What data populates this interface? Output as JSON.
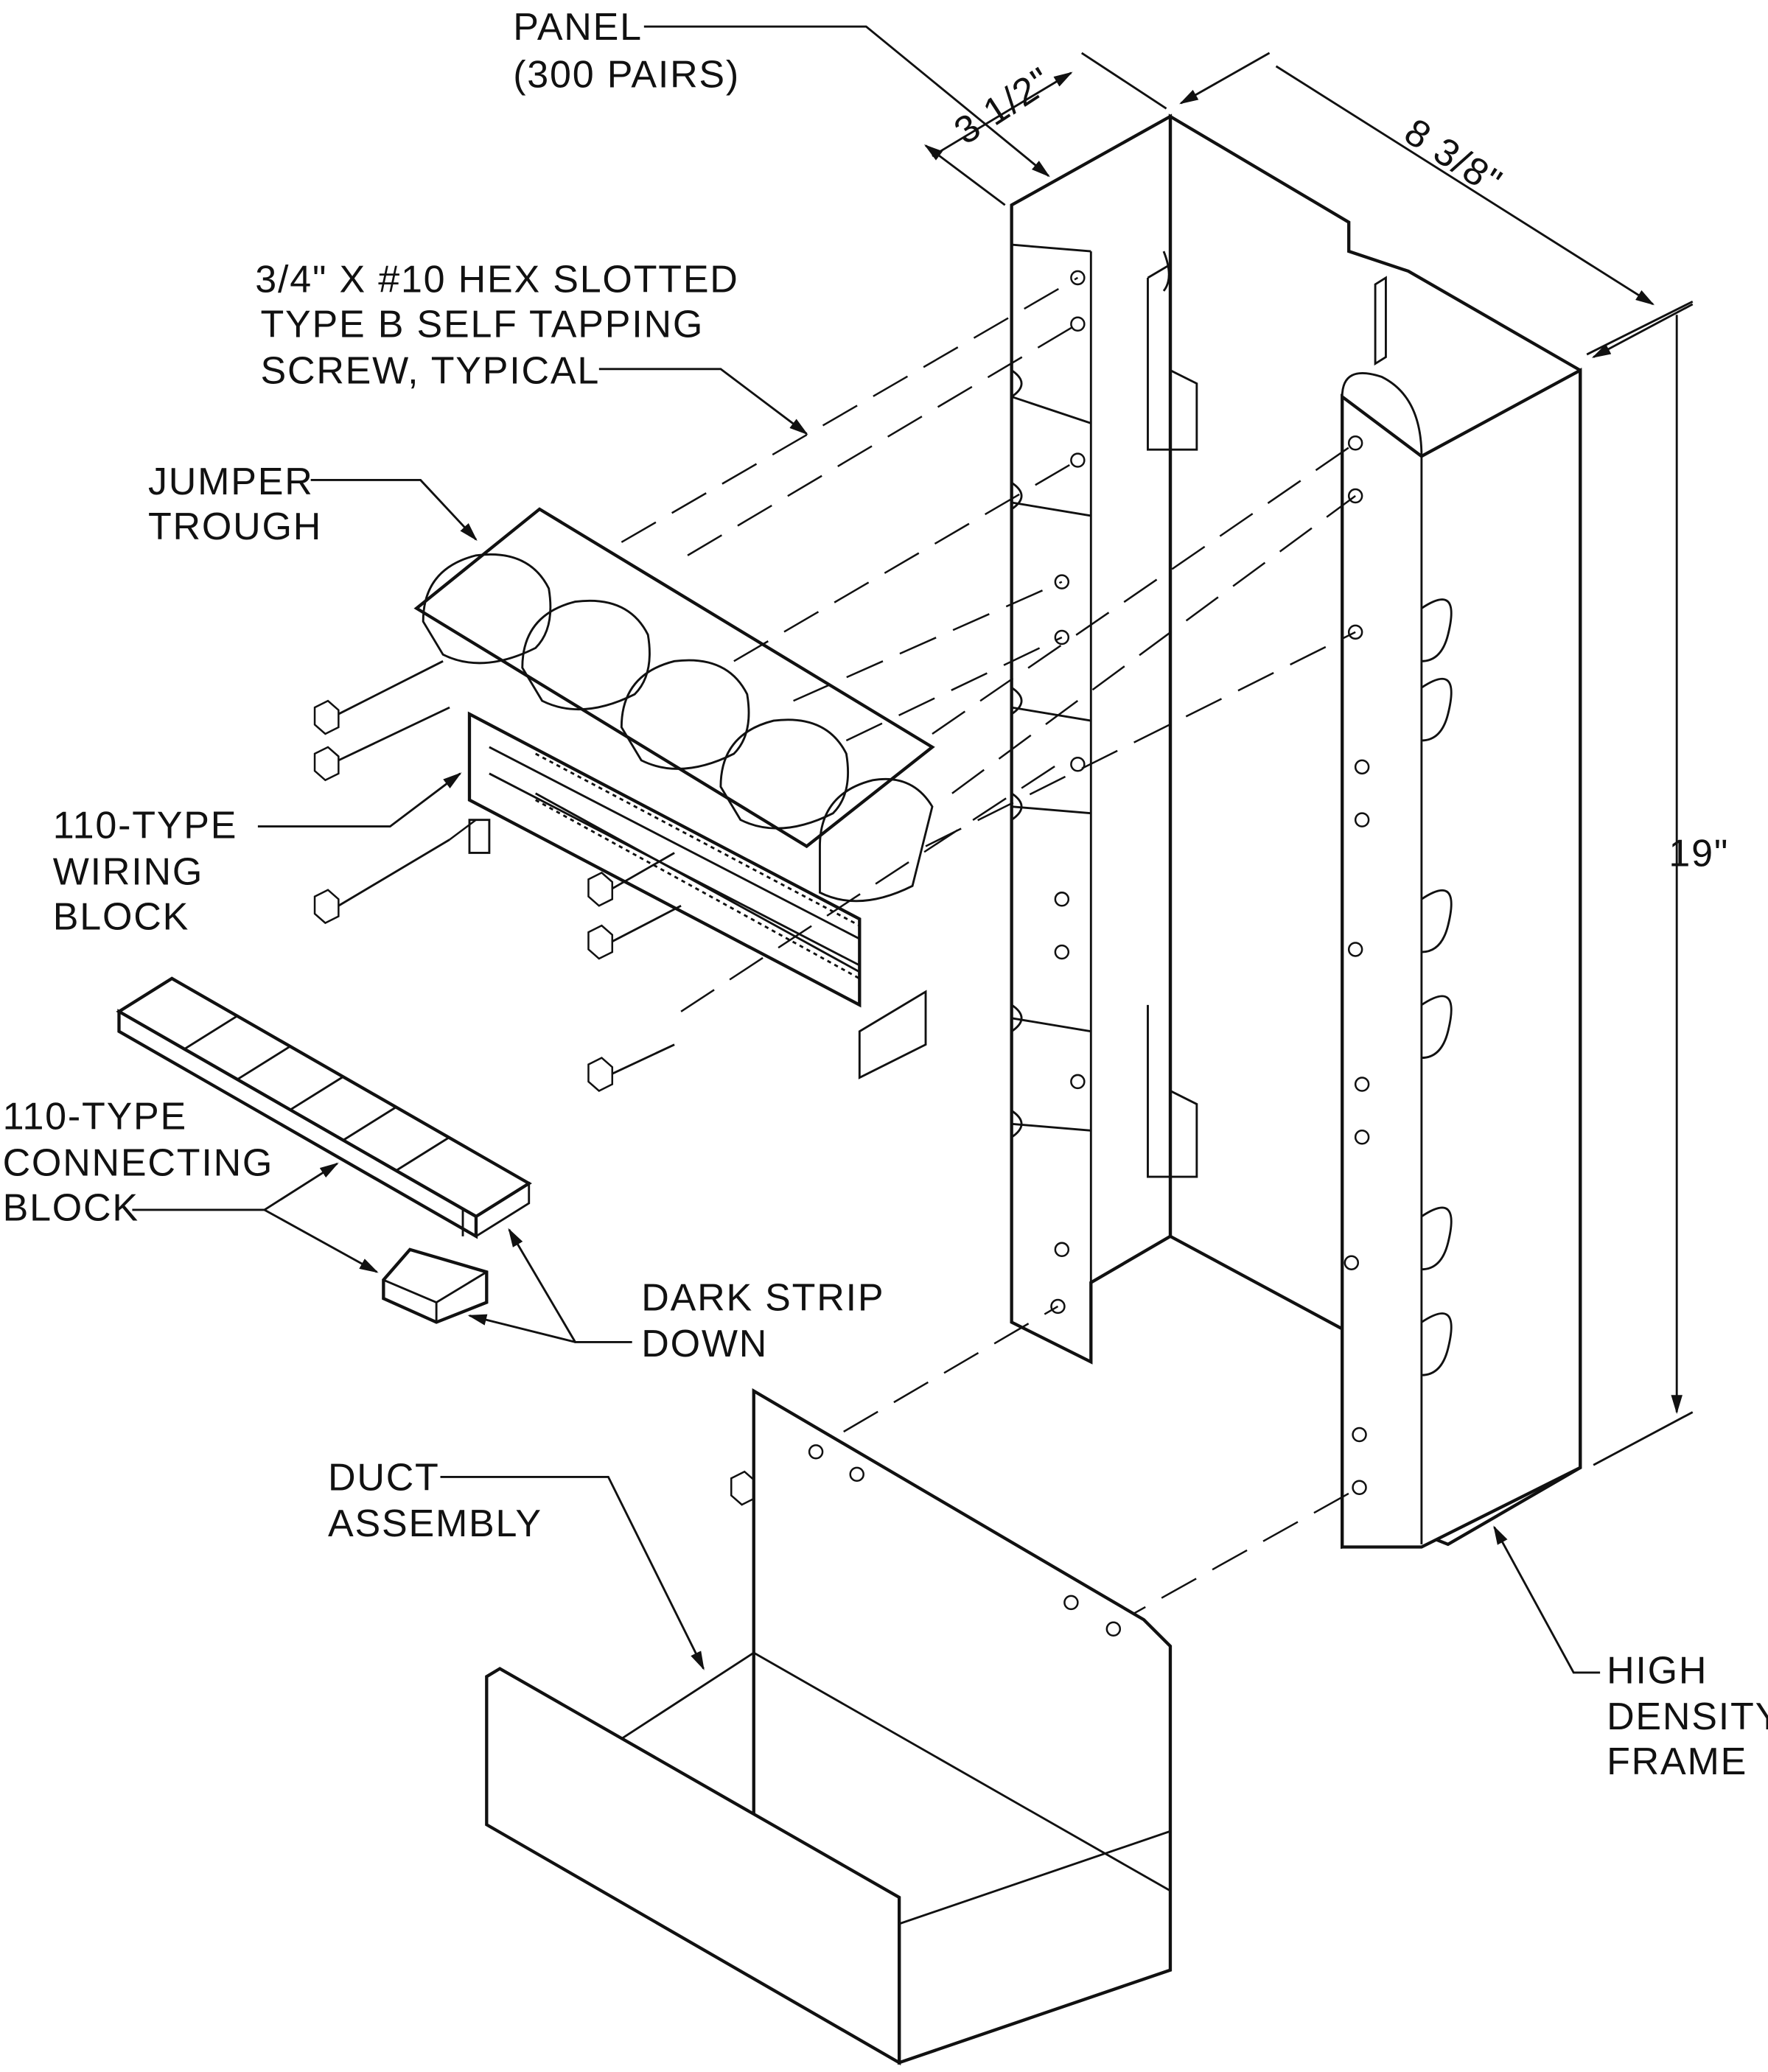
{
  "labels": {
    "panel": [
      "PANEL",
      "(300 PAIRS)"
    ],
    "screw": [
      "3/4\" X #10 HEX SLOTTED",
      "TYPE B SELF TAPPING",
      "SCREW, TYPICAL"
    ],
    "jumper_trough": [
      "JUMPER",
      "TROUGH"
    ],
    "wiring_block": [
      "110-TYPE",
      "WIRING",
      "BLOCK"
    ],
    "connecting_block": [
      "110-TYPE",
      "CONNECTING",
      "BLOCK"
    ],
    "dark_strip": [
      "DARK STRIP",
      "DOWN"
    ],
    "duct_assembly": [
      "DUCT",
      "ASSEMBLY"
    ],
    "frame": [
      "HIGH",
      "DENSITY",
      "FRAME"
    ]
  },
  "dimensions": {
    "depth": "3 1/2\"",
    "width": "8 3/8\"",
    "height": "19\""
  }
}
